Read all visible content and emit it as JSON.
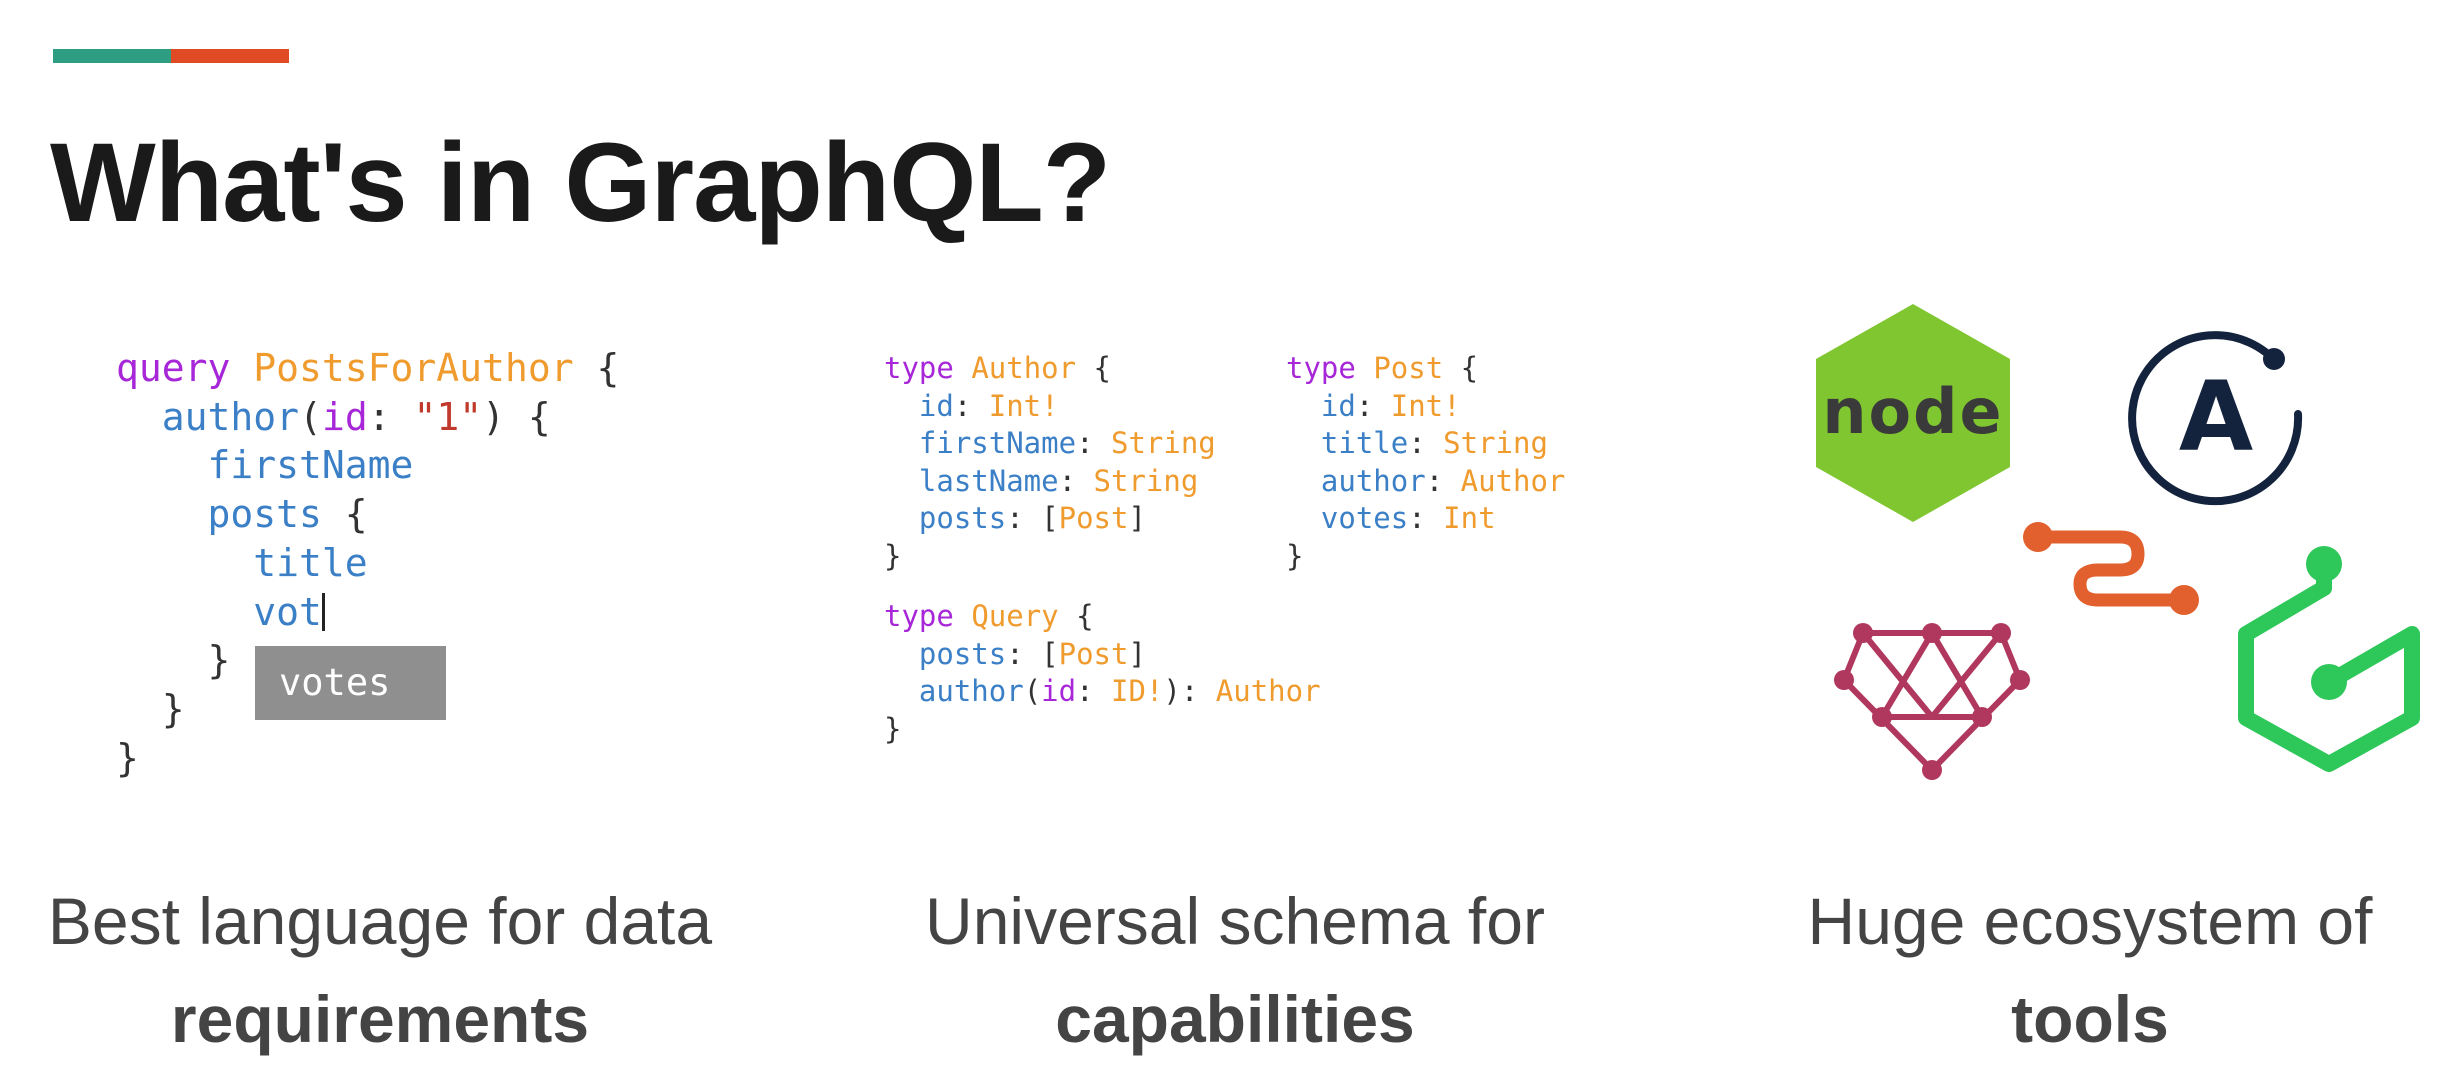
{
  "colors": {
    "accent_teal": "#2e9e82",
    "accent_orange": "#e04a24",
    "kw": "#a626d8",
    "type": "#ef9b2e",
    "field": "#3b7fc6",
    "string": "#c0392b",
    "node_green": "#7fc631",
    "apollo_navy": "#14233d",
    "graphql_pink": "#b0385f",
    "cable_orange": "#e2602d",
    "prisma_green": "#2ec75a"
  },
  "title": "What's in GraphQL?",
  "query": {
    "keyword": "query",
    "name": "PostsForAuthor",
    "field_author": "author",
    "arg_id": "id",
    "arg_value": "\"1\"",
    "field_firstName": "firstName",
    "field_posts": "posts",
    "field_title": "title",
    "partial": "vot",
    "suggestion": "votes"
  },
  "schema": {
    "kw": "type",
    "author": {
      "name": "Author",
      "id": "id",
      "id_type": "Int!",
      "firstName": "firstName",
      "firstName_type": "String",
      "lastName": "lastName",
      "lastName_type": "String",
      "posts": "posts",
      "posts_type": "Post"
    },
    "post": {
      "name": "Post",
      "id": "id",
      "id_type": "Int!",
      "title": "title",
      "title_type": "String",
      "author": "author",
      "author_type": "Author",
      "votes": "votes",
      "votes_type": "Int"
    },
    "query": {
      "name": "Query",
      "posts": "posts",
      "posts_type": "Post",
      "author": "author",
      "arg": "id",
      "arg_type": "ID!",
      "ret_type": "Author"
    }
  },
  "logos": {
    "node_text": "node",
    "apollo_letter": "A"
  },
  "captions": [
    {
      "line1": "Best language for data",
      "line2": "requirements"
    },
    {
      "line1": "Universal schema for",
      "line2": "capabilities"
    },
    {
      "line1": "Huge ecosystem of",
      "line2": "tools"
    }
  ]
}
